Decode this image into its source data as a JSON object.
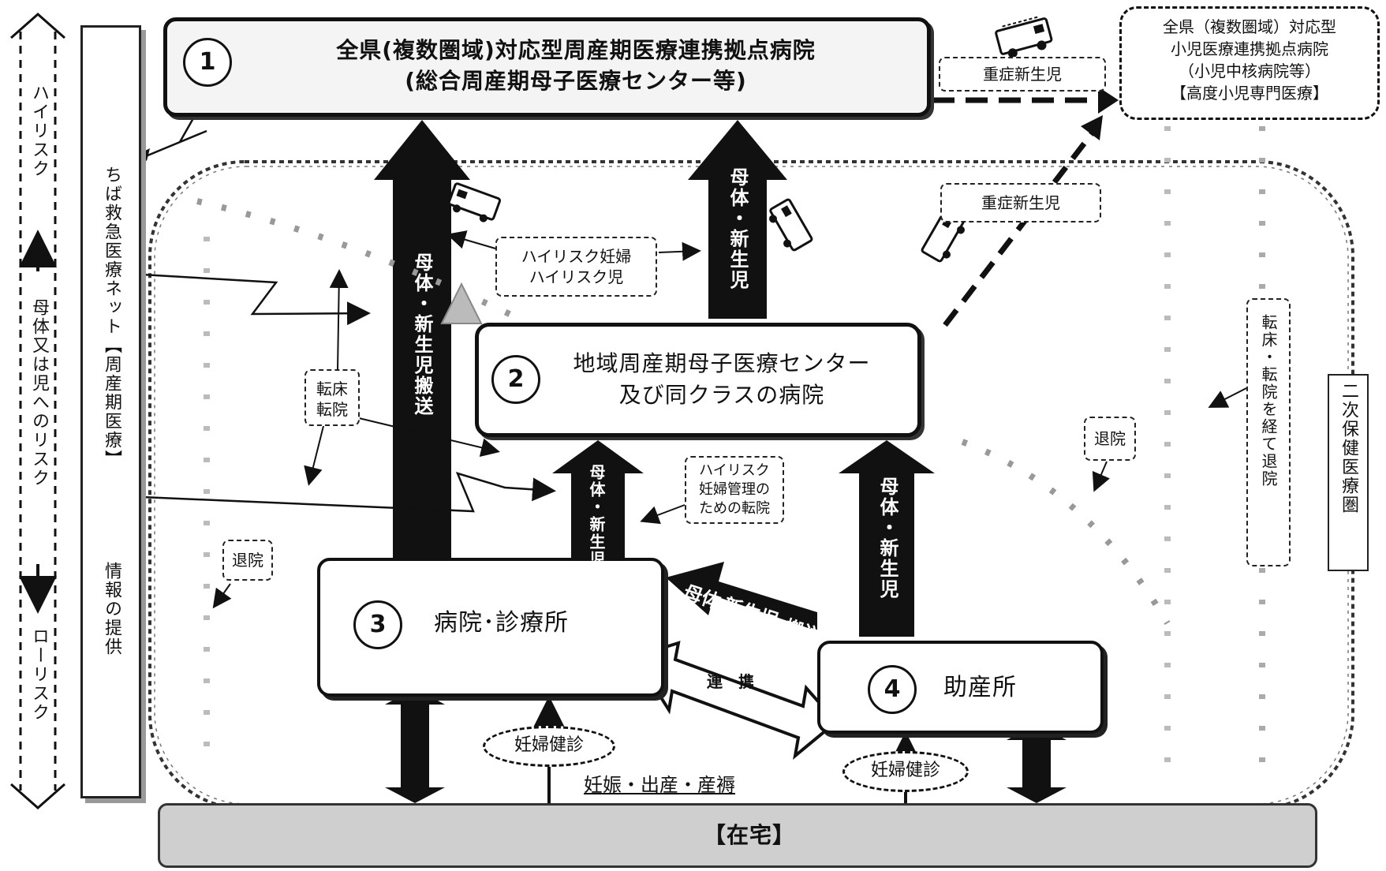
{
  "hub": {
    "number": "1",
    "line1": "全県(複数圏域)対応型周産期医療連携拠点病院",
    "line2": "(総合周産期母子医療センター等)"
  },
  "pediatric_hub": {
    "line1": "全県（複数圏域）対応型",
    "line2": "小児医療連携拠点病院",
    "line3": "（小児中核病院等）",
    "line4": "【高度小児専門医療】"
  },
  "regional_center": {
    "number": "2",
    "line1": "地域周産期母子医療センター",
    "line2": "及び同クラスの病院"
  },
  "clinic": {
    "number": "3",
    "label": "病院･診療所"
  },
  "midwife": {
    "number": "4",
    "label": "助産所"
  },
  "home": {
    "label": "【在宅】"
  },
  "network": {
    "line1": "ちば救急医療ネット【周産期医療】",
    "line2": "情報の提供"
  },
  "risk_scale": {
    "high": "ハイリスク",
    "middle": "母体又は児へのリスク",
    "low": "ローリスク"
  },
  "secondary_area": "二次保健医療圏",
  "arrows": {
    "transport_left": "母体・新生児搬送",
    "transport_center": "母体・新生児",
    "transport_small_a": "母体・新生児搬送",
    "transport_midwife_up": "母体・新生児",
    "transport_diag_a": "母体",
    "transport_diag_b": "新生児",
    "transport_diag_c": "搬送",
    "cooperation": "連　携"
  },
  "tags": {
    "severe_top": "重症新生児",
    "severe_mid": "重症新生児",
    "high_risk_a": "ハイリスク妊婦",
    "high_risk_b": "ハイリスク児",
    "transfer_a": "転床",
    "transfer_b": "転院",
    "manage_a": "ハイリスク",
    "manage_b": "妊婦管理の",
    "manage_c": "ための転院",
    "discharge_left": "退院",
    "discharge_right": "退院",
    "transfer_discharge": "転床・転院を経て退院"
  },
  "checkups": {
    "clinic": "妊婦健診",
    "midwife": "妊婦健診"
  },
  "pregnancy": "妊娠・出産・産褥"
}
